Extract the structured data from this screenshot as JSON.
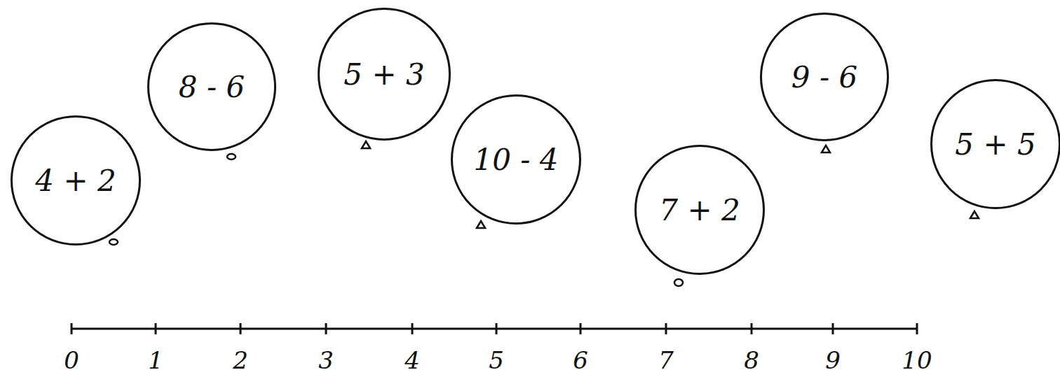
{
  "diagram": {
    "nodes": [
      {
        "text": [
          "4 + 2"
        ]
      },
      {
        "text": [
          "8 - 6"
        ]
      },
      {
        "text": [
          "5 + 3"
        ]
      },
      {
        "text": [
          "10 - 4"
        ]
      },
      {
        "text": [
          "7 + 2"
        ]
      },
      {
        "text": [
          "9 - 6"
        ]
      },
      {
        "text": [
          "5 + 5"
        ]
      }
    ],
    "labels": [
      "0",
      "1",
      "2",
      "3",
      "4",
      "5",
      "6",
      "7",
      "8",
      "9",
      "10"
    ]
  }
}
